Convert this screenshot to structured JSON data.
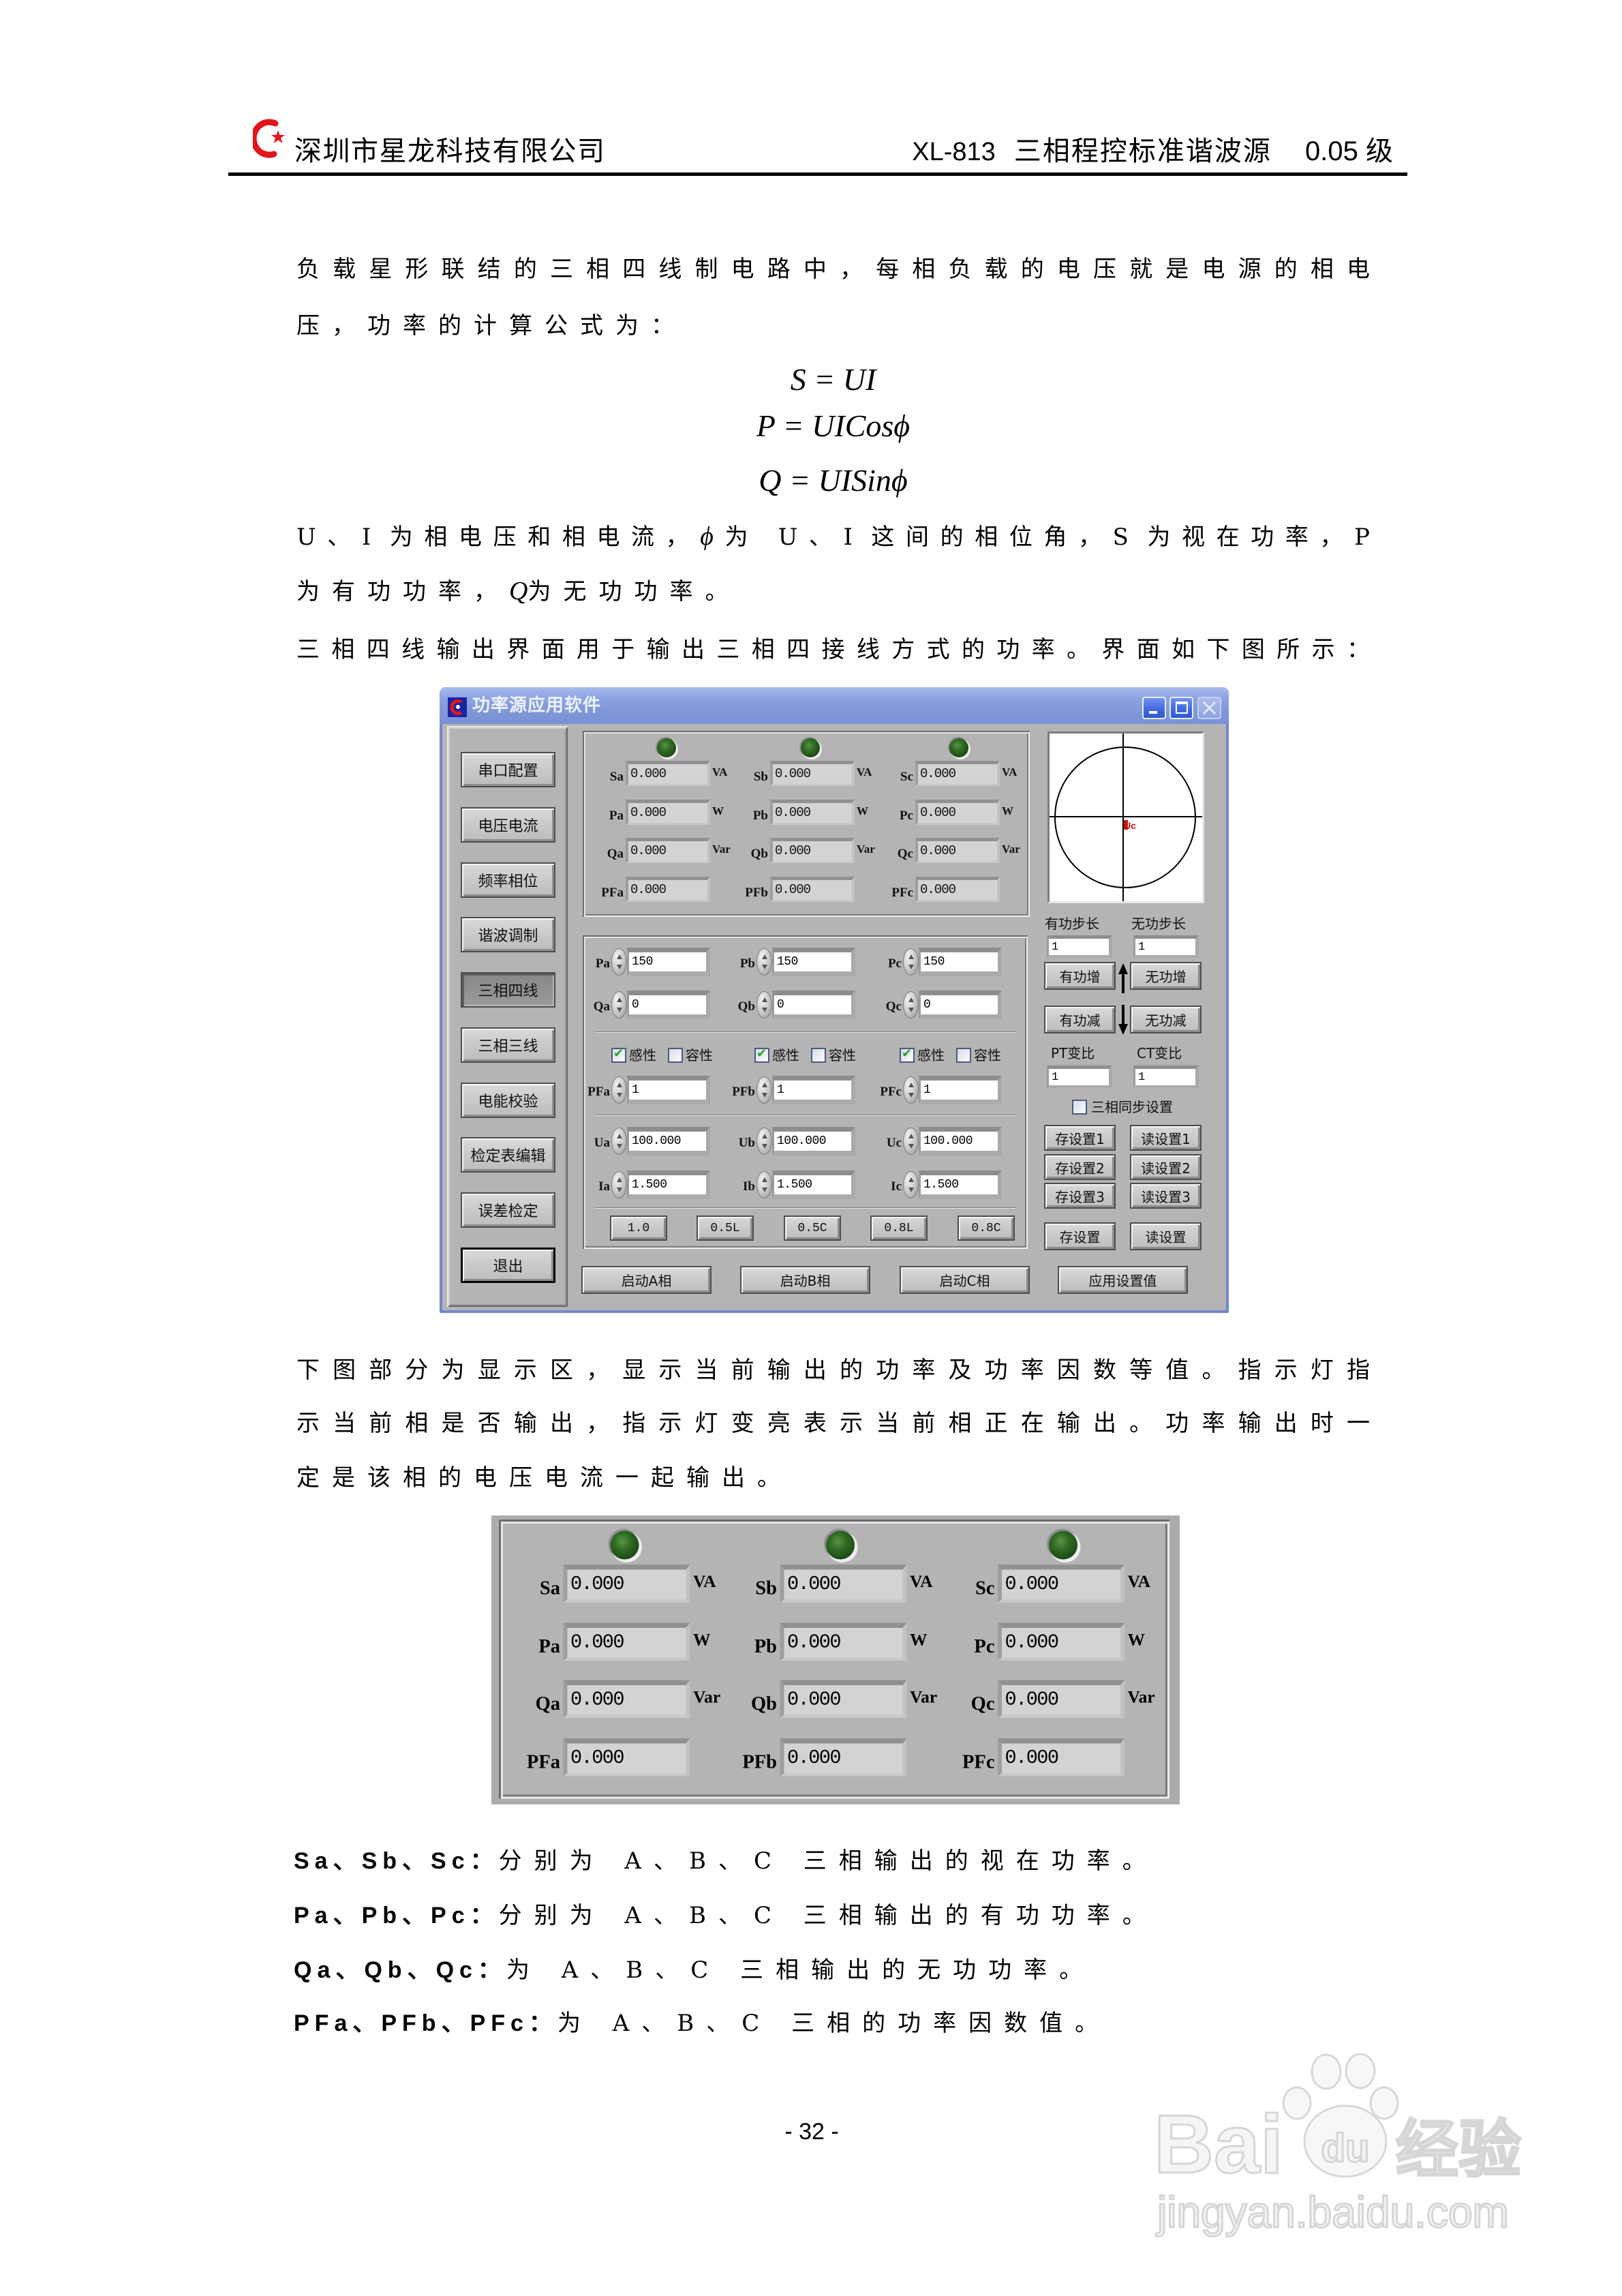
{
  "header": {
    "company": "深圳市星龙科技有限公司",
    "model": "XL-813",
    "product": "三相程控标准谐波源",
    "grade": "0.05 级",
    "logo_color": "#e3141b"
  },
  "intro": {
    "lines": [
      "负载星形联结的三相四线制电路中，每相负载的电压就是电源的相电",
      "压，功率的计算公式为："
    ]
  },
  "formulas": [
    "S = UI",
    "P = UICosϕ",
    "Q = UISinϕ"
  ],
  "variables": {
    "line1": {
      "before": "U、I 为相电压和相电流，",
      "symbol": "ϕ",
      "after": "为 U、I 这间的相位角，S 为视在功率，P"
    },
    "line2": {
      "before": "为有功功率，",
      "symbol": "Q",
      "after": "为无功功率。"
    }
  },
  "interface_intro": "三相四线输出界面用于输出三相四接线方式的功率。界面如下图所示：",
  "app_window": {
    "title": "功率源应用软件",
    "sidebar": [
      {
        "label": "串口配置",
        "state": "normal"
      },
      {
        "label": "电压电流",
        "state": "normal"
      },
      {
        "label": "频率相位",
        "state": "normal"
      },
      {
        "label": "谐波调制",
        "state": "normal"
      },
      {
        "label": "三相四线",
        "state": "pressed"
      },
      {
        "label": "三相三线",
        "state": "normal"
      },
      {
        "label": "电能校验",
        "state": "normal"
      },
      {
        "label": "检定表编辑",
        "state": "normal"
      },
      {
        "label": "误差检定",
        "state": "normal"
      },
      {
        "label": "退出",
        "state": "focused"
      }
    ],
    "display": {
      "phases": [
        {
          "led": "off",
          "rows": [
            {
              "label": "Sa",
              "value": "0.000",
              "unit": "VA"
            },
            {
              "label": "Pa",
              "value": "0.000",
              "unit": "W"
            },
            {
              "label": "Qa",
              "value": "0.000",
              "unit": "Var"
            },
            {
              "label": "PFa",
              "value": "0.000"
            }
          ]
        },
        {
          "led": "off",
          "rows": [
            {
              "label": "Sb",
              "value": "0.000",
              "unit": "VA"
            },
            {
              "label": "Pb",
              "value": "0.000",
              "unit": "W"
            },
            {
              "label": "Qb",
              "value": "0.000",
              "unit": "Var"
            },
            {
              "label": "PFb",
              "value": "0.000"
            }
          ]
        },
        {
          "led": "off",
          "rows": [
            {
              "label": "Sc",
              "value": "0.000",
              "unit": "VA"
            },
            {
              "label": "Pc",
              "value": "0.000",
              "unit": "W"
            },
            {
              "label": "Qc",
              "value": "0.000",
              "unit": "Var"
            },
            {
              "label": "PFc",
              "value": "0.000"
            }
          ]
        }
      ]
    },
    "phasor": {
      "vector_label": "Uc",
      "vector_color": "#c81414"
    },
    "settings": {
      "phases": [
        {
          "p": {
            "label": "Pa",
            "value": "150"
          },
          "q": {
            "label": "Qa",
            "value": "0"
          },
          "inductive": {
            "label": "感性",
            "checked": true
          },
          "capacitive": {
            "label": "容性",
            "checked": false
          },
          "pf": {
            "label": "PFa",
            "value": "1"
          },
          "u": {
            "label": "Ua",
            "value": "100.000"
          },
          "i": {
            "label": "Ia",
            "value": "1.500"
          }
        },
        {
          "p": {
            "label": "Pb",
            "value": "150"
          },
          "q": {
            "label": "Qb",
            "value": "0"
          },
          "inductive": {
            "label": "感性",
            "checked": true
          },
          "capacitive": {
            "label": "容性",
            "checked": false
          },
          "pf": {
            "label": "PFb",
            "value": "1"
          },
          "u": {
            "label": "Ub",
            "value": "100.000"
          },
          "i": {
            "label": "Ib",
            "value": "1.500"
          }
        },
        {
          "p": {
            "label": "Pc",
            "value": "150"
          },
          "q": {
            "label": "Qc",
            "value": "0"
          },
          "inductive": {
            "label": "感性",
            "checked": true
          },
          "capacitive": {
            "label": "容性",
            "checked": false
          },
          "pf": {
            "label": "PFc",
            "value": "1"
          },
          "u": {
            "label": "Uc",
            "value": "100.000"
          },
          "i": {
            "label": "Ic",
            "value": "1.500"
          }
        }
      ],
      "pf_presets": [
        "1.0",
        "0.5L",
        "0.5C",
        "0.8L",
        "0.8C"
      ]
    },
    "step": {
      "active": {
        "label": "有功步长",
        "value": "1"
      },
      "reactive": {
        "label": "无功步长",
        "value": "1"
      },
      "active_inc": "有功增",
      "reactive_inc": "无功增",
      "active_dec": "有功减",
      "reactive_dec": "无功减"
    },
    "ratio": {
      "pt": {
        "label": "PT变比",
        "value": "1"
      },
      "ct": {
        "label": "CT变比",
        "value": "1"
      }
    },
    "sync": {
      "label": "三相同步设置",
      "checked": false
    },
    "presets": [
      {
        "save": "存设置1",
        "load": "读设置1"
      },
      {
        "save": "存设置2",
        "load": "读设置2"
      },
      {
        "save": "存设置3",
        "load": "读设置3"
      }
    ],
    "save_settings": "存设置",
    "load_settings": "读设置",
    "start_buttons": [
      "启动A相",
      "启动B相",
      "启动C相"
    ],
    "apply_settings": "应用设置值"
  },
  "display_description": {
    "lines": [
      "下图部分为显示区，显示当前输出的功率及功率因数等值。指示灯指",
      "示当前相是否输出，指示灯变亮表示当前相正在输出。功率输出时一",
      "定是该相的电压电流一起输出。"
    ]
  },
  "display_figure": {
    "phases": [
      {
        "led": "off",
        "rows": [
          {
            "label": "Sa",
            "value": "0.000",
            "unit": "VA"
          },
          {
            "label": "Pa",
            "value": "0.000",
            "unit": "W"
          },
          {
            "label": "Qa",
            "value": "0.000",
            "unit": "Var"
          },
          {
            "label": "PFa",
            "value": "0.000"
          }
        ]
      },
      {
        "led": "off",
        "rows": [
          {
            "label": "Sb",
            "value": "0.000",
            "unit": "VA"
          },
          {
            "label": "Pb",
            "value": "0.000",
            "unit": "W"
          },
          {
            "label": "Qb",
            "value": "0.000",
            "unit": "Var"
          },
          {
            "label": "PFb",
            "value": "0.000"
          }
        ]
      },
      {
        "led": "off",
        "rows": [
          {
            "label": "Sc",
            "value": "0.000",
            "unit": "VA"
          },
          {
            "label": "Pc",
            "value": "0.000",
            "unit": "W"
          },
          {
            "label": "Qc",
            "value": "0.000",
            "unit": "Var"
          },
          {
            "label": "PFc",
            "value": "0.000"
          }
        ]
      }
    ]
  },
  "term_definitions": [
    {
      "terms": "Sa、Sb、Sc：",
      "text": "分别为 A、B、C 三相输出的视在功率。"
    },
    {
      "terms": "Pa、Pb、Pc：",
      "text": "分别为 A、B、C 三相输出的有功功率。"
    },
    {
      "terms": "Qa、Qb、Qc：",
      "text": "为 A、B、C 三相输出的无功功率。"
    },
    {
      "terms": "PFa、PFb、PFc：",
      "text": "为 A、B、C 三相的功率因数值。"
    }
  ],
  "page_number": "- 32 -",
  "watermark": {
    "brand_left": "Bai",
    "brand_paw": "du",
    "brand_right": "经验",
    "url": "jingyan.baidu.com"
  }
}
